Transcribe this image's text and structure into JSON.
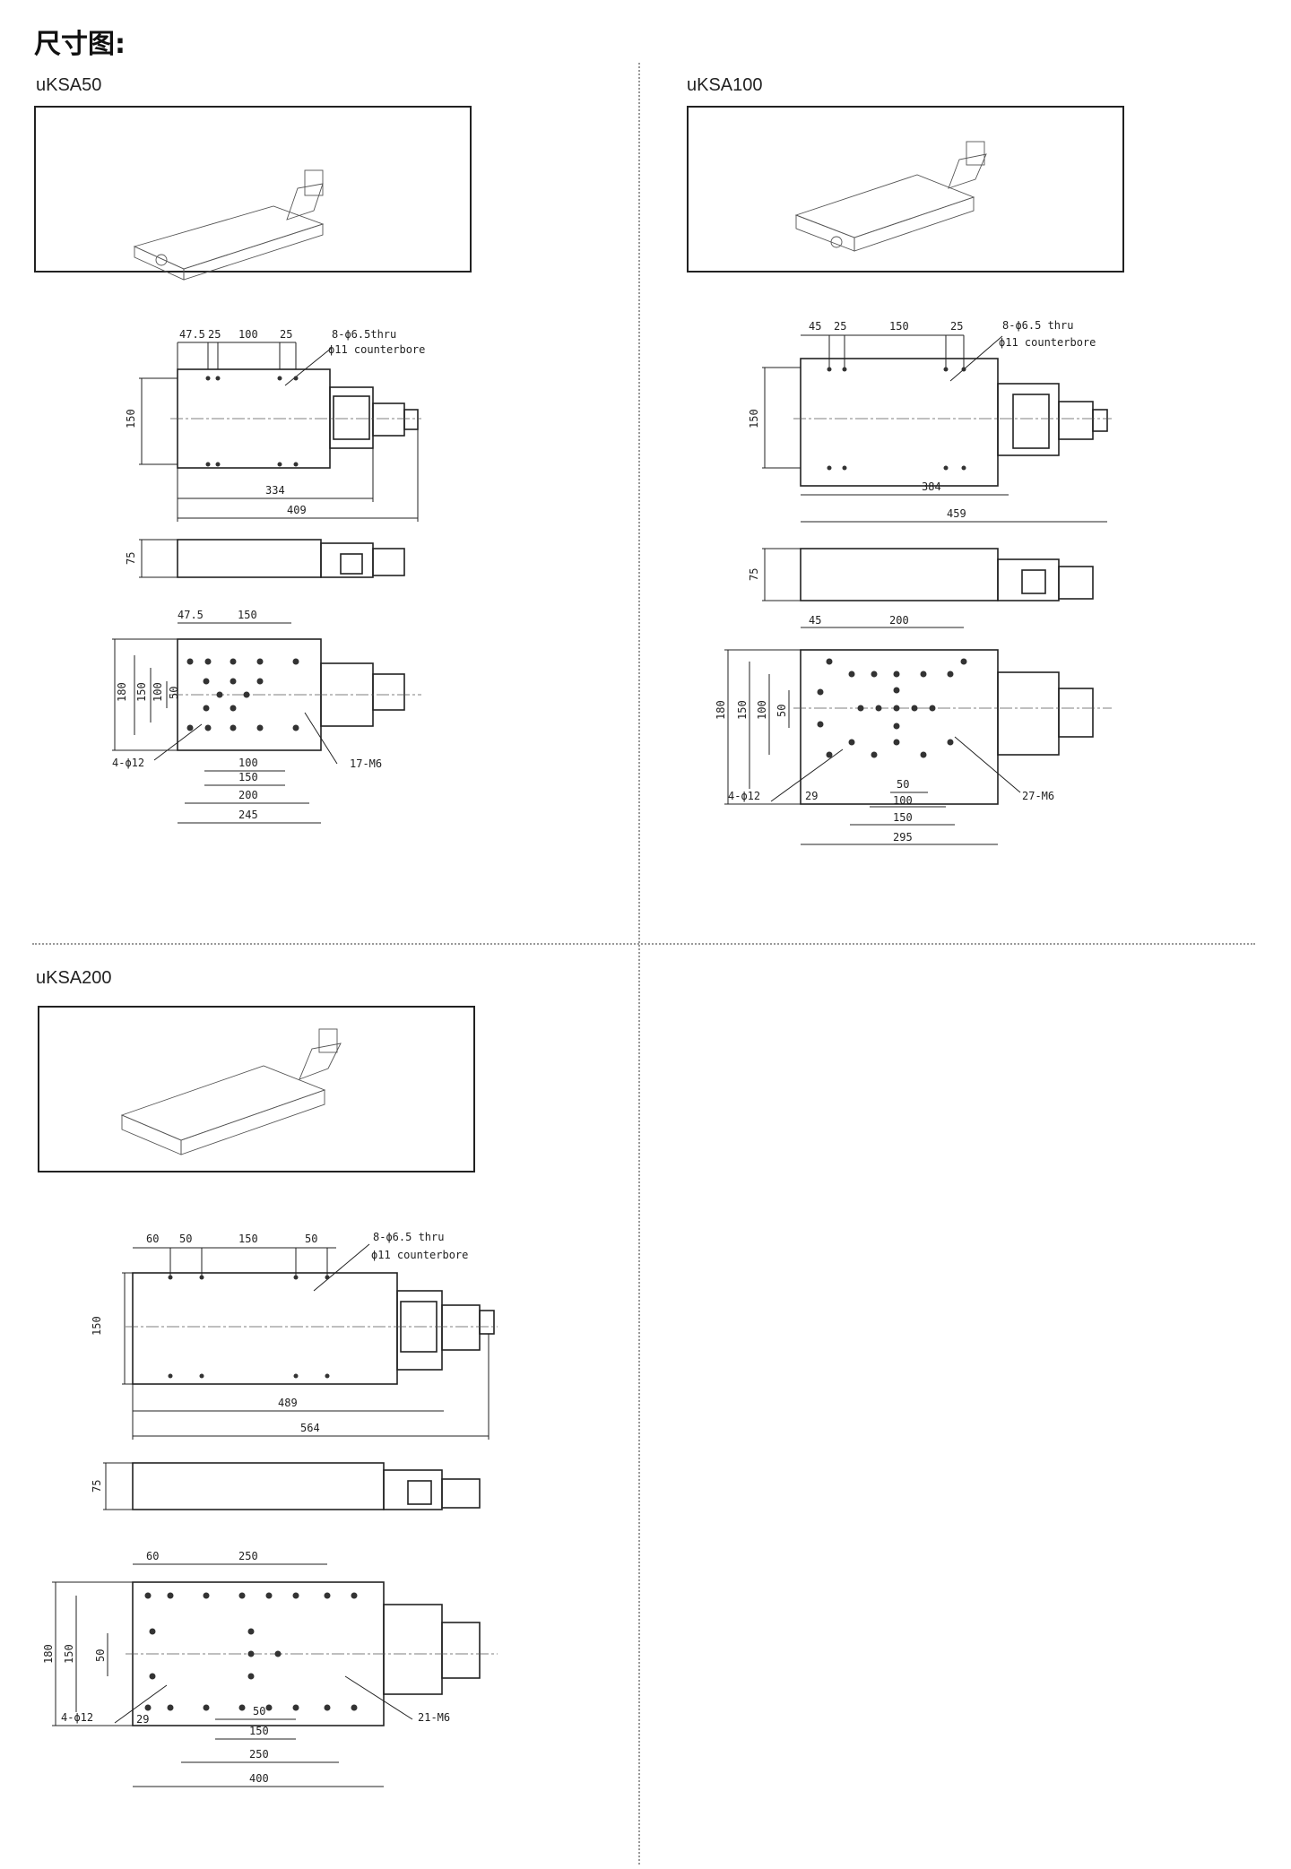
{
  "page": {
    "title": "尺寸图:"
  },
  "panels": [
    {
      "model": "uKSA50",
      "top": {
        "dims": [
          "47.5",
          "25",
          "100",
          "25"
        ],
        "note1": "8-ϕ6.5thru",
        "note2": "ϕ11 counterbore",
        "height": "150",
        "inner": "334",
        "total": "409"
      },
      "side": {
        "height": "75"
      },
      "bottom": {
        "top_dims": [
          "47.5",
          "150"
        ],
        "left_dims": [
          "180",
          "150",
          "100",
          "50"
        ],
        "hole_note": "4-ϕ12",
        "thread_note": "17-M6",
        "bottom_dims": [
          "100",
          "150",
          "200",
          "245"
        ]
      }
    },
    {
      "model": "uKSA100",
      "top": {
        "dims": [
          "45",
          "25",
          "150",
          "25"
        ],
        "note1": "8-ϕ6.5 thru",
        "note2": "ϕ11 counterbore",
        "height": "150",
        "inner": "384",
        "total": "459"
      },
      "side": {
        "height": "75"
      },
      "bottom": {
        "top_dims": [
          "45",
          "200"
        ],
        "left_dims": [
          "180",
          "150",
          "100",
          "50"
        ],
        "hole_note": "4-ϕ12",
        "thread_note": "27-M6",
        "side_dim": "29",
        "bottom_dims": [
          "50",
          "100",
          "150",
          "295"
        ]
      }
    },
    {
      "model": "uKSA200",
      "top": {
        "dims": [
          "60",
          "50",
          "150",
          "50"
        ],
        "note1": "8-ϕ6.5 thru",
        "note2": "ϕ11 counterbore",
        "height": "150",
        "inner": "489",
        "total": "564"
      },
      "side": {
        "height": "75"
      },
      "bottom": {
        "top_dims": [
          "60",
          "250"
        ],
        "left_dims": [
          "180",
          "150",
          "50"
        ],
        "hole_note": "4-ϕ12",
        "thread_note": "21-M6",
        "side_dim": "29",
        "bottom_dims": [
          "50",
          "150",
          "250",
          "400"
        ]
      }
    }
  ]
}
